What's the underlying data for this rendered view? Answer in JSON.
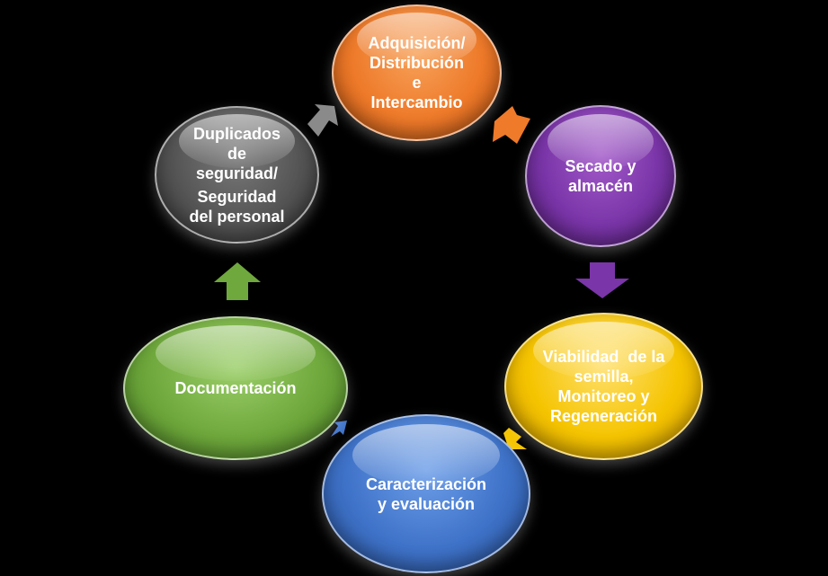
{
  "nodes": {
    "adquisicion": {
      "lines": [
        "Adquisición/",
        "Distribución",
        "e",
        "Intercambio"
      ],
      "color": "#ee7a2a"
    },
    "secado": {
      "lines": [
        "Secado y",
        "almacén"
      ],
      "color": "#7a35a8"
    },
    "viabilidad": {
      "lines": [
        "Viabilidad  de la",
        "semilla,",
        "Monitoreo y",
        "Regeneración"
      ],
      "color": "#f5c400"
    },
    "caracterizacion": {
      "lines": [
        "Caracterización",
        "y evaluación"
      ],
      "color": "#3f73c9"
    },
    "documentacion": {
      "lines": [
        "Documentación"
      ],
      "color": "#6fa83c"
    },
    "duplicados": {
      "lines": [
        "Duplicados",
        "de",
        "seguridad/",
        "Seguridad",
        "del personal"
      ],
      "color": "#555555"
    }
  },
  "arrow_colors": {
    "orange": "#ee7a2a",
    "purple": "#7a35a8",
    "yellow": "#f5c400",
    "blue": "#3f73c9",
    "green": "#6fa83c",
    "gray": "#8a8a8a"
  }
}
